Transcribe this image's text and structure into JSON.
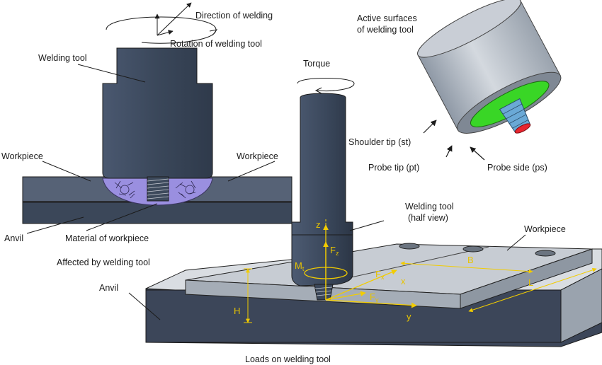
{
  "labels": {
    "direction_of_welding": "Direction of welding",
    "rotation_of_welding_tool": "Rotation of welding tool",
    "welding_tool": "Welding tool",
    "workpiece_left": "Workpiece",
    "workpiece_right": "Workpiece",
    "anvil_left": "Anvil",
    "material_of_workpiece": "Material of workpiece",
    "affected_by_welding_tool": "Affected by welding tool",
    "active_surfaces_line1": "Active surfaces",
    "active_surfaces_line2": "of welding tool",
    "shoulder_tip": "Shoulder tip (st)",
    "probe_tip": "Probe tip (pt)",
    "probe_side": "Probe side (ps)",
    "torque": "Torque",
    "welding_tool_half_line1": "Welding tool",
    "welding_tool_half_line2": "(half view)",
    "workpiece_3d": "Workpiece",
    "anvil_3d": "Anvil",
    "loads_on_welding_tool": "Loads on welding tool"
  },
  "axes": {
    "z": "z",
    "fz_main": "F",
    "fz_sub": "z",
    "mt_main": "M",
    "mt_sub": "t",
    "fx_main": "F",
    "fx_sub": "x",
    "x": "x",
    "fy_main": "F",
    "fy_sub": "y",
    "y": "y",
    "h": "H",
    "b": "B",
    "l": "L"
  },
  "colors": {
    "tool_dark": "#3d4a5c",
    "metal_light": "#b4bcc6",
    "stir_purple": "#9a8fe0",
    "shoulder_green": "#39d626",
    "probe_tip_red": "#e8252f",
    "dimension_yellow": "#f2cc00"
  }
}
